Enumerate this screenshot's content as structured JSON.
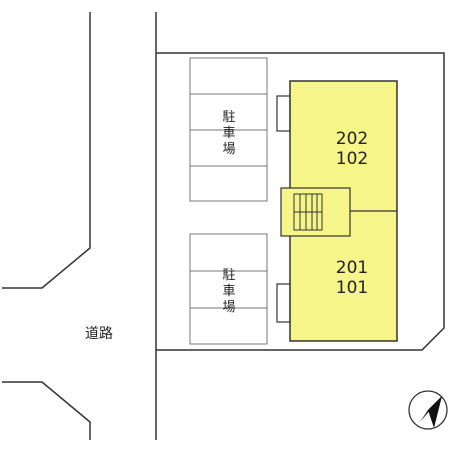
{
  "parking": {
    "upper": {
      "char1": "駐",
      "char2": "車",
      "char3": "場"
    },
    "lower": {
      "char1": "駐",
      "char2": "車",
      "char3": "場"
    }
  },
  "units": {
    "upper": {
      "top": "202",
      "bottom": "102"
    },
    "lower": {
      "top": "201",
      "bottom": "101"
    }
  },
  "road": {
    "label": "道路"
  },
  "colors": {
    "building": "#f6f58a",
    "line": "#333333",
    "background": "#ffffff"
  },
  "compass": {
    "icon": "north-arrow-icon"
  }
}
